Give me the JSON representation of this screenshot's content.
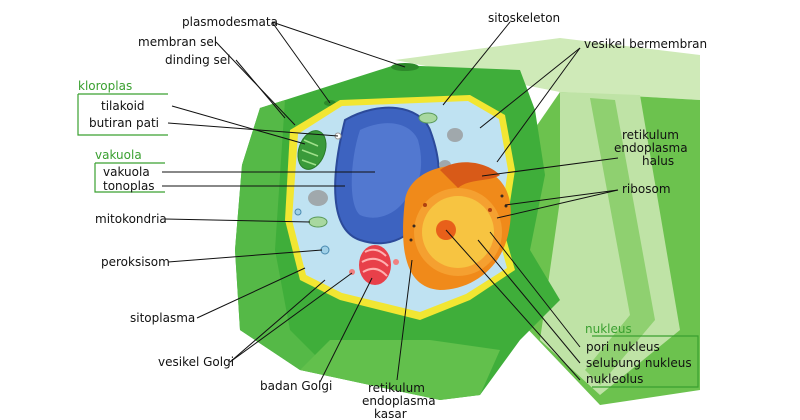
{
  "labels": {
    "plasmodesmata": "plasmodesmata",
    "membran_sel": "membran sel",
    "dinding_sel": "dinding sel",
    "kloroplas": "kloroplas",
    "tilakoid": "tilakoid",
    "butiran_pati": "butiran pati",
    "vakuola_group": "vakuola",
    "vakuola": "vakuola",
    "tonoplas": "tonoplas",
    "mitokondria": "mitokondria",
    "peroksisom": "peroksisom",
    "sitoplasma": "sitoplasma",
    "vesikel_golgi": "vesikel Golgi",
    "badan_golgi": "badan Golgi",
    "re_kasar_1": "retikulum",
    "re_kasar_2": "endoplasma",
    "re_kasar_3": "kasar",
    "sitoskeleton": "sitoskeleton",
    "vesikel_bermembran": "vesikel bermembran",
    "re_halus_1": "retikulum",
    "re_halus_2": "endoplasma",
    "re_halus_3": "halus",
    "ribosom": "ribosom",
    "nukleus": "nukleus",
    "pori_nukleus": "pori nukleus",
    "selubung_nukleus": "selubung nukleus",
    "nukleolus": "nukleolus"
  },
  "colors": {
    "wall_dark": "#3fae3a",
    "wall_light": "#78c95c",
    "wall_pale": "#bfe3a6",
    "membrane": "#f2e632",
    "cytoplasm": "#bfe2f2",
    "vacuole": "#3d63c0",
    "nucleus_outer": "#f08a1a",
    "nucleus_inner": "#f7c441",
    "nucleolus": "#e8601a",
    "golgi": "#e8404a",
    "chloroplast": "#3a9a3a",
    "group_label": "#3aa030"
  }
}
